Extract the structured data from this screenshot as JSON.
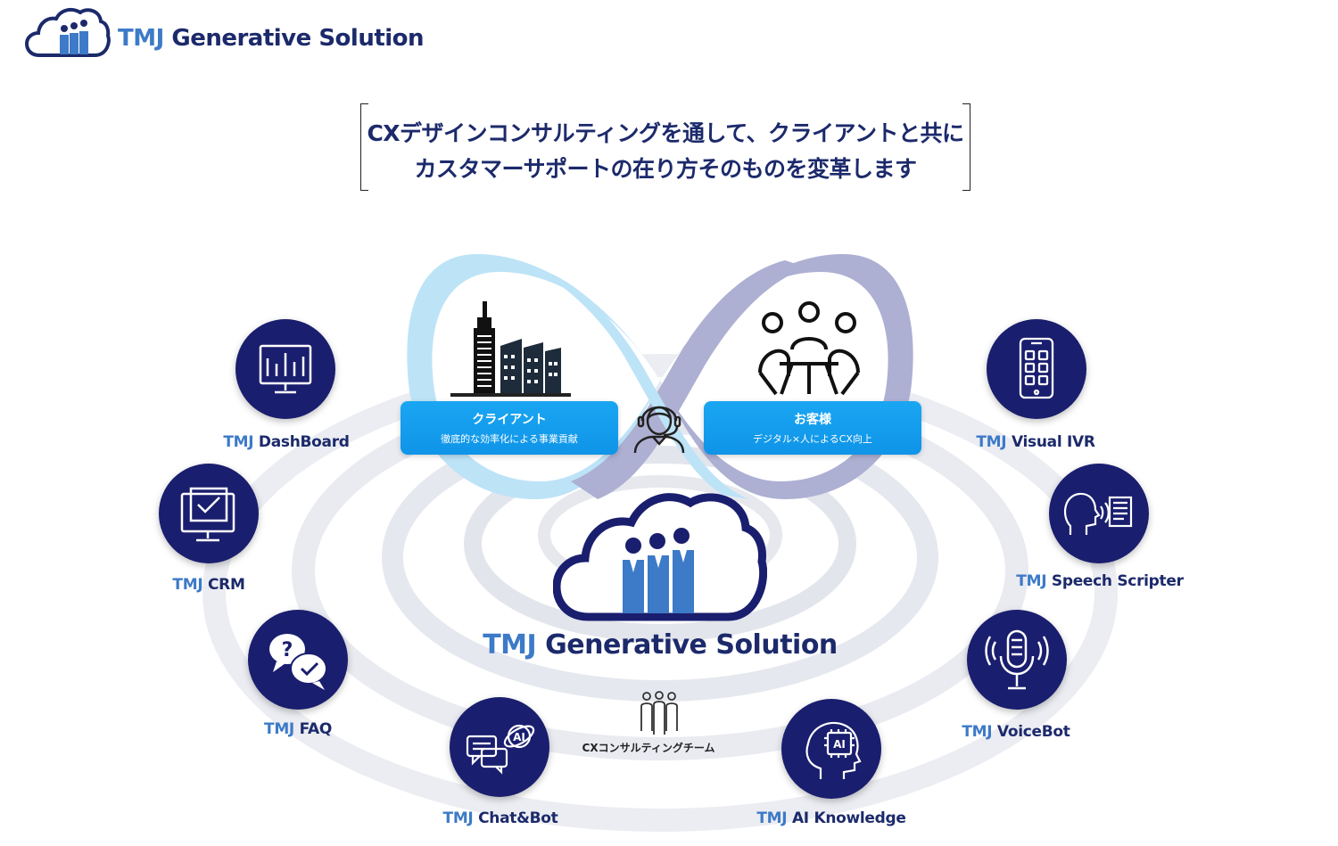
{
  "brand": {
    "tmj": "TMJ",
    "rest": "Generative Solution"
  },
  "headline": {
    "line1": "CXデザインコンサルティングを通して、クライアントと共に",
    "line2": "カスタマーサポートの在り方そのものを変革します"
  },
  "client_box": {
    "title": "クライアント",
    "subtitle": "徹底的な効率化による事業貢献"
  },
  "customer_box": {
    "title": "お客様",
    "subtitle": "デジタル×人によるCX向上"
  },
  "center": {
    "tmj": "TMJ",
    "rest": "Generative Solution"
  },
  "team_label": "CXコンサルティングチーム",
  "products": [
    {
      "tmj": "TMJ",
      "name": "DashBoard",
      "icon": "dashboard-monitor-icon"
    },
    {
      "tmj": "TMJ",
      "name": "CRM",
      "icon": "crm-monitor-check-icon"
    },
    {
      "tmj": "TMJ",
      "name": "FAQ",
      "icon": "faq-bubbles-icon"
    },
    {
      "tmj": "TMJ",
      "name": "Chat&Bot",
      "icon": "chat-ai-icon"
    },
    {
      "tmj": "TMJ",
      "name": "AI Knowledge",
      "icon": "ai-head-chip-icon"
    },
    {
      "tmj": "TMJ",
      "name": "VoiceBot",
      "icon": "microphone-icon"
    },
    {
      "tmj": "TMJ",
      "name": "Speech Scripter",
      "icon": "speech-script-icon"
    },
    {
      "tmj": "TMJ",
      "name": "Visual IVR",
      "icon": "smartphone-grid-icon"
    }
  ],
  "colors": {
    "navy": "#1a1e6e",
    "brand_blue": "#3d7ac8",
    "box_blue": "#1aa6f2",
    "loop_light": "#bde3f7",
    "loop_purple": "#adb0d2"
  }
}
